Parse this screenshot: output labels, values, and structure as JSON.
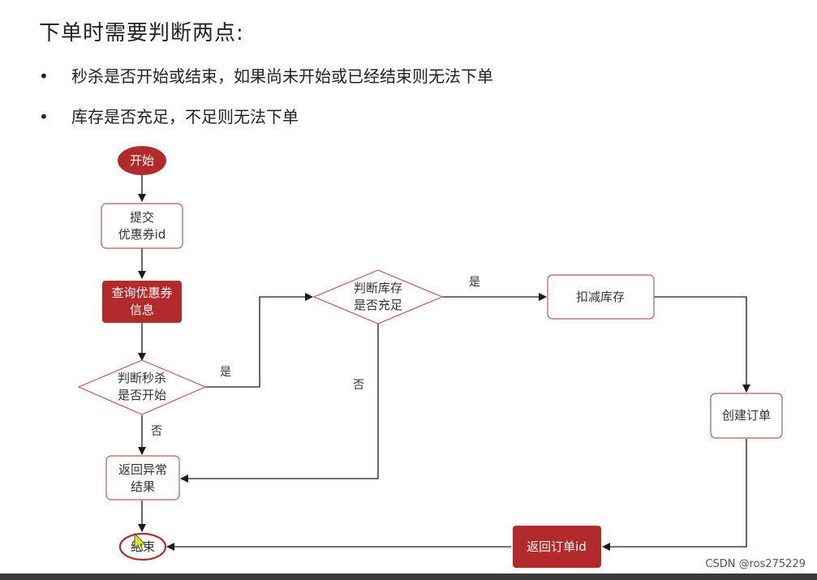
{
  "heading": "下单时需要判断两点:",
  "bullets": [
    "秒杀是否开始或结束，如果尚未开始或已经结束则无法下单",
    "库存是否充足，不足则无法下单"
  ],
  "bullet_symbol": "•",
  "flow": {
    "start": "开始",
    "submit_line1": "提交",
    "submit_line2": "优惠券id",
    "query_line1": "查询优惠券",
    "query_line2": "信息",
    "judge_seckill_line1": "判断秒杀",
    "judge_seckill_line2": "是否开始",
    "judge_stock_line1": "判断库存",
    "judge_stock_line2": "是否充足",
    "deduct": "扣减库存",
    "create_order": "创建订单",
    "return_order_id": "返回订单id",
    "return_error_line1": "返回异常",
    "return_error_line2": "结果",
    "end": "结束",
    "yes": "是",
    "no": "否"
  },
  "watermark": "CSDN @ros275229",
  "colors": {
    "accent": "#b22a2a",
    "border": "#b85a5a",
    "line": "#1a1a1a"
  }
}
